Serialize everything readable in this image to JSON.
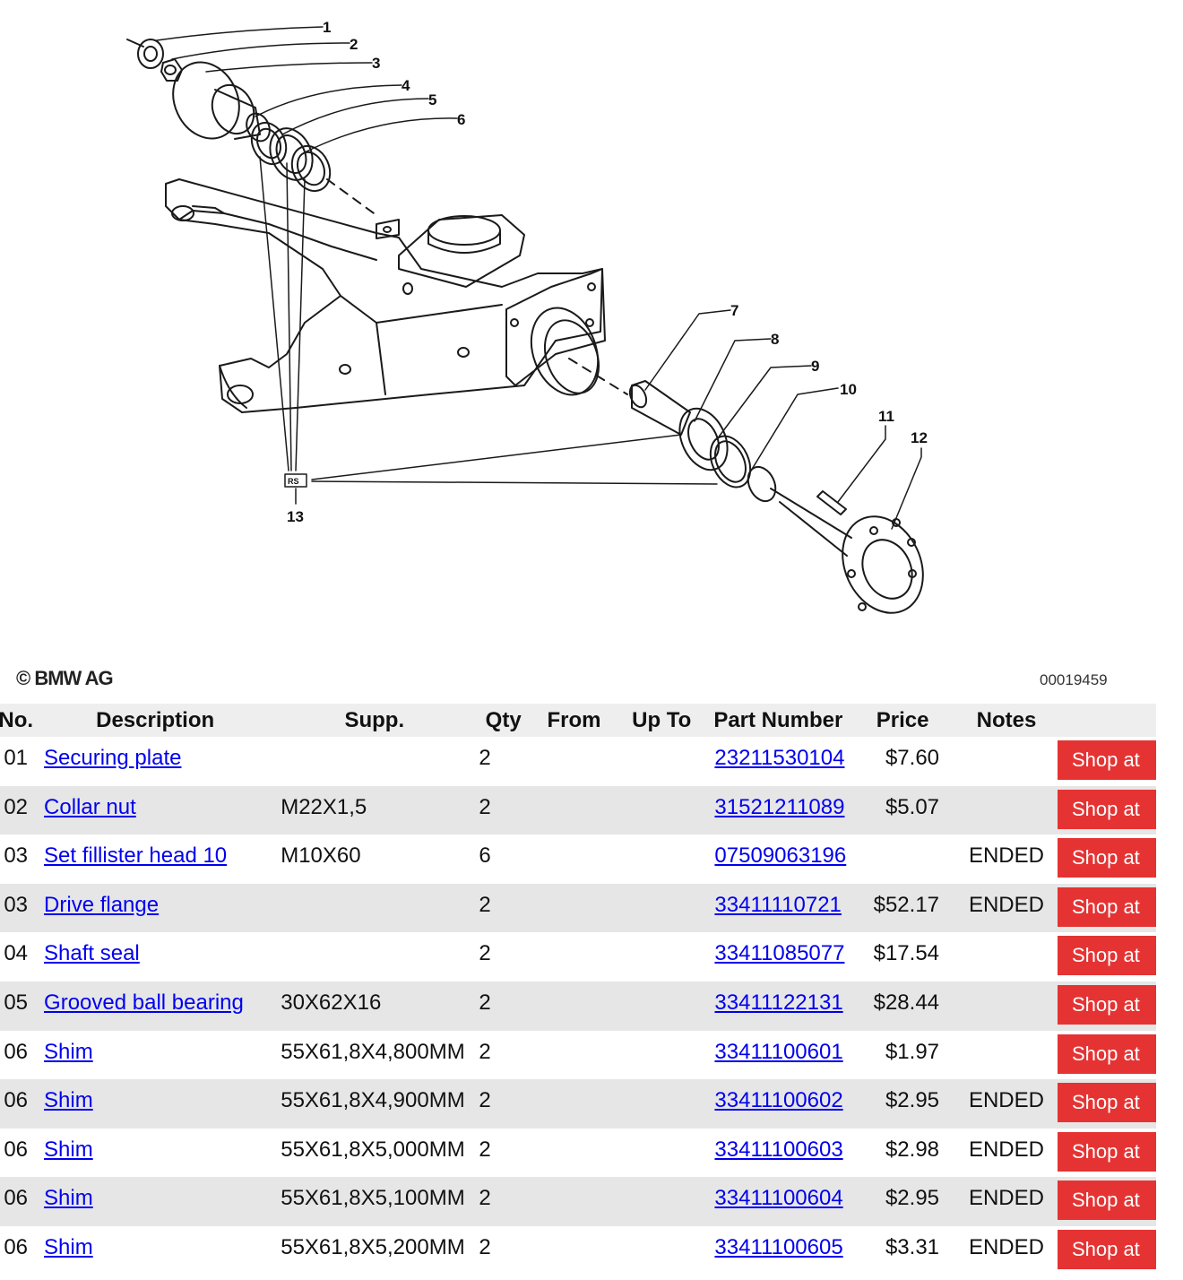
{
  "diagram": {
    "copyright": "© BMW AG",
    "image_number": "00019459",
    "callouts": [
      "1",
      "2",
      "3",
      "4",
      "5",
      "6",
      "7",
      "8",
      "9",
      "10",
      "11",
      "12",
      "13"
    ],
    "rs_box": "RS"
  },
  "table": {
    "headers": {
      "no": "No.",
      "description": "Description",
      "supp": "Supp.",
      "qty": "Qty",
      "from": "From",
      "up_to": "Up To",
      "part_number": "Part Number",
      "price": "Price",
      "notes": "Notes"
    },
    "shop_label": "Shop at",
    "rows": [
      {
        "no": "01",
        "description": "Securing plate",
        "supp": "",
        "qty": "2",
        "from": "",
        "up_to": "",
        "part_number": "23211530104",
        "price": "$7.60",
        "notes": ""
      },
      {
        "no": "02",
        "description": "Collar nut",
        "supp": "M22X1,5",
        "qty": "2",
        "from": "",
        "up_to": "",
        "part_number": "31521211089",
        "price": "$5.07",
        "notes": ""
      },
      {
        "no": "03",
        "description": "Set fillister head 10",
        "supp": "M10X60",
        "qty": "6",
        "from": "",
        "up_to": "",
        "part_number": "07509063196",
        "price": "",
        "notes": "ENDED"
      },
      {
        "no": "03",
        "description": "Drive flange",
        "supp": "",
        "qty": "2",
        "from": "",
        "up_to": "",
        "part_number": "33411110721",
        "price": "$52.17",
        "notes": "ENDED"
      },
      {
        "no": "04",
        "description": "Shaft seal",
        "supp": "",
        "qty": "2",
        "from": "",
        "up_to": "",
        "part_number": "33411085077",
        "price": "$17.54",
        "notes": ""
      },
      {
        "no": "05",
        "description": "Grooved ball bearing",
        "supp": "30X62X16",
        "qty": "2",
        "from": "",
        "up_to": "",
        "part_number": "33411122131",
        "price": "$28.44",
        "notes": ""
      },
      {
        "no": "06",
        "description": "Shim",
        "supp": "55X61,8X4,800MM",
        "qty": "2",
        "from": "",
        "up_to": "",
        "part_number": "33411100601",
        "price": "$1.97",
        "notes": ""
      },
      {
        "no": "06",
        "description": "Shim",
        "supp": "55X61,8X4,900MM",
        "qty": "2",
        "from": "",
        "up_to": "",
        "part_number": "33411100602",
        "price": "$2.95",
        "notes": "ENDED"
      },
      {
        "no": "06",
        "description": "Shim",
        "supp": "55X61,8X5,000MM",
        "qty": "2",
        "from": "",
        "up_to": "",
        "part_number": "33411100603",
        "price": "$2.98",
        "notes": "ENDED"
      },
      {
        "no": "06",
        "description": "Shim",
        "supp": "55X61,8X5,100MM",
        "qty": "2",
        "from": "",
        "up_to": "",
        "part_number": "33411100604",
        "price": "$2.95",
        "notes": "ENDED"
      },
      {
        "no": "06",
        "description": "Shim",
        "supp": "55X61,8X5,200MM",
        "qty": "2",
        "from": "",
        "up_to": "",
        "part_number": "33411100605",
        "price": "$3.31",
        "notes": "ENDED"
      }
    ]
  }
}
